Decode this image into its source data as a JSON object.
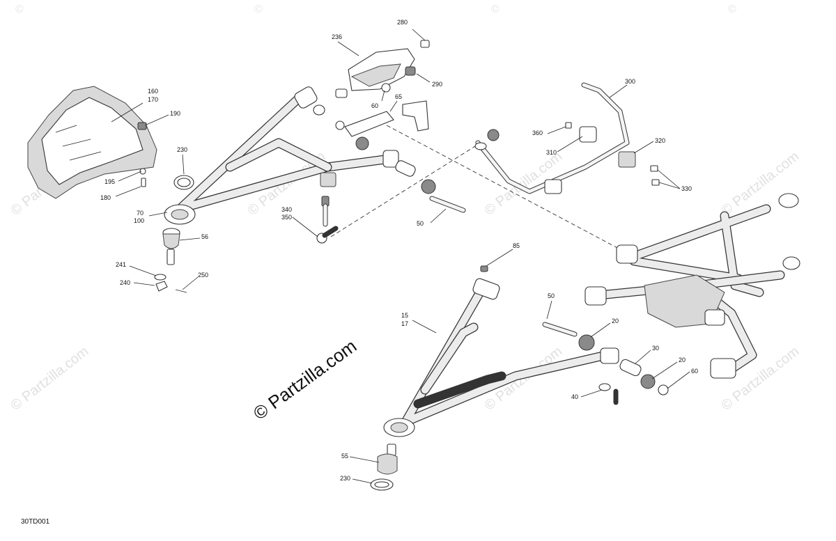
{
  "diagram": {
    "reference_code": "30TD001",
    "watermark_main": "© Partzilla.com",
    "watermark_repeat": "© Partzilla.com",
    "watermark_corner": "©",
    "callouts": {
      "c280": "280",
      "c236": "236",
      "c290": "290",
      "c60": "60",
      "c65": "65",
      "c160": "160",
      "c170": "170",
      "c190": "190",
      "c230_top": "230",
      "c195": "195",
      "c180": "180",
      "c70": "70",
      "c100": "100",
      "c56": "56",
      "c241": "241",
      "c240": "240",
      "c250": "250",
      "c340": "340",
      "c350": "350",
      "c50_top": "50",
      "c300": "300",
      "c360": "360",
      "c310": "310",
      "c320": "320",
      "c330": "330",
      "c85": "85",
      "c15": "15",
      "c17": "17",
      "c50_mid": "50",
      "c20_a": "20",
      "c30": "30",
      "c20_b": "20",
      "c60_b": "60",
      "c40": "40",
      "c55": "55",
      "c230_bottom": "230"
    }
  }
}
